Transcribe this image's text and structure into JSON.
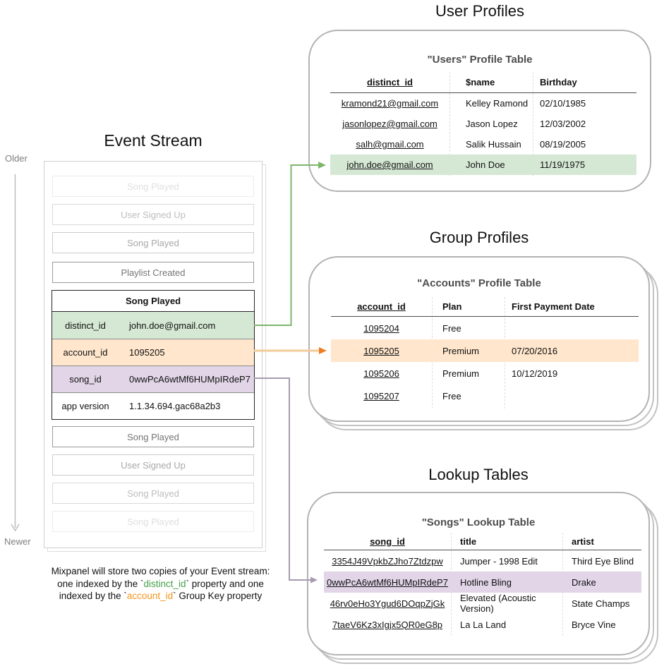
{
  "event_stream": {
    "title": "Event Stream",
    "axis": {
      "older": "Older",
      "newer": "Newer"
    },
    "events_before": [
      "Song Played",
      "User Signed Up",
      "Song Played",
      "Playlist Created"
    ],
    "expanded_event": {
      "name": "Song Played",
      "properties": [
        {
          "key": "distinct_id",
          "value": "john.doe@gmail.com",
          "highlight": "green"
        },
        {
          "key": "account_id",
          "value": "1095205",
          "highlight": "orange"
        },
        {
          "key": "song_id",
          "value": "0wwPcA6wtMf6HUMpIRdeP7",
          "highlight": "purple"
        },
        {
          "key": "app version",
          "value": "1.1.34.694.gac68a2b3",
          "highlight": "none"
        }
      ]
    },
    "events_after": [
      "Song Played",
      "User Signed Up",
      "Song Played",
      "Song Played"
    ]
  },
  "caption": {
    "line1": "Mixpanel will store two copies of your Event stream:",
    "line2_pre": "one indexed by the `",
    "line2_key": "distinct_id",
    "line2_post": "` property and one",
    "line3_pre": "indexed by the `",
    "line3_key": "account_id",
    "line3_post": "` Group Key property"
  },
  "user_profiles": {
    "section_title": "User Profiles",
    "card_title": "\"Users\" Profile Table",
    "columns": [
      "distinct_id",
      "$name",
      "Birthday"
    ],
    "rows": [
      [
        "kramond21@gmail.com",
        "Kelley Ramond",
        "02/10/1985"
      ],
      [
        "jasonlopez@gmail.com",
        "Jason Lopez",
        "12/03/2002"
      ],
      [
        "salh@gmail.com",
        "Salik Hussain",
        "08/19/2005"
      ],
      [
        "john.doe@gmail.com",
        "John Doe",
        "11/19/1975"
      ]
    ],
    "highlighted_row_index": 3
  },
  "group_profiles": {
    "section_title": "Group Profiles",
    "card_title": "\"Accounts\" Profile Table",
    "columns": [
      "account_id",
      "Plan",
      "First Payment Date"
    ],
    "rows": [
      [
        "1095204",
        "Free",
        ""
      ],
      [
        "1095205",
        "Premium",
        "07/20/2016"
      ],
      [
        "1095206",
        "Premium",
        "10/12/2019"
      ],
      [
        "1095207",
        "Free",
        ""
      ]
    ],
    "highlighted_row_index": 1
  },
  "lookup_tables": {
    "section_title": "Lookup Tables",
    "card_title": "\"Songs\" Lookup Table",
    "columns": [
      "song_id",
      "title",
      "artist"
    ],
    "rows": [
      [
        "3354J49VpkbZJho7Ztdzpw",
        "Jumper - 1998 Edit",
        "Third Eye Blind"
      ],
      [
        "0wwPcA6wtMf6HUMpIRdeP7",
        "Hotline Bling",
        "Drake"
      ],
      [
        "46rv0eHo3Ygud6DOqpZjGk",
        "Elevated (Acoustic Version)",
        "State Champs"
      ],
      [
        "7taeV6Kz3xIgjx5QR0eG8p",
        "La La Land",
        "Bryce Vine"
      ]
    ],
    "highlighted_row_index": 1
  },
  "colors": {
    "distinct_id_highlight": "#d5e8d4",
    "account_id_highlight": "#ffe6cc",
    "song_id_highlight": "#e1d5e7",
    "distinct_id_arrow": "#7cb66b",
    "account_id_arrow": "#ee7e20",
    "song_id_arrow": "#a79bb0",
    "caption_distinct_id_color": "#43a047",
    "caption_account_id_color": "#f5941d"
  }
}
